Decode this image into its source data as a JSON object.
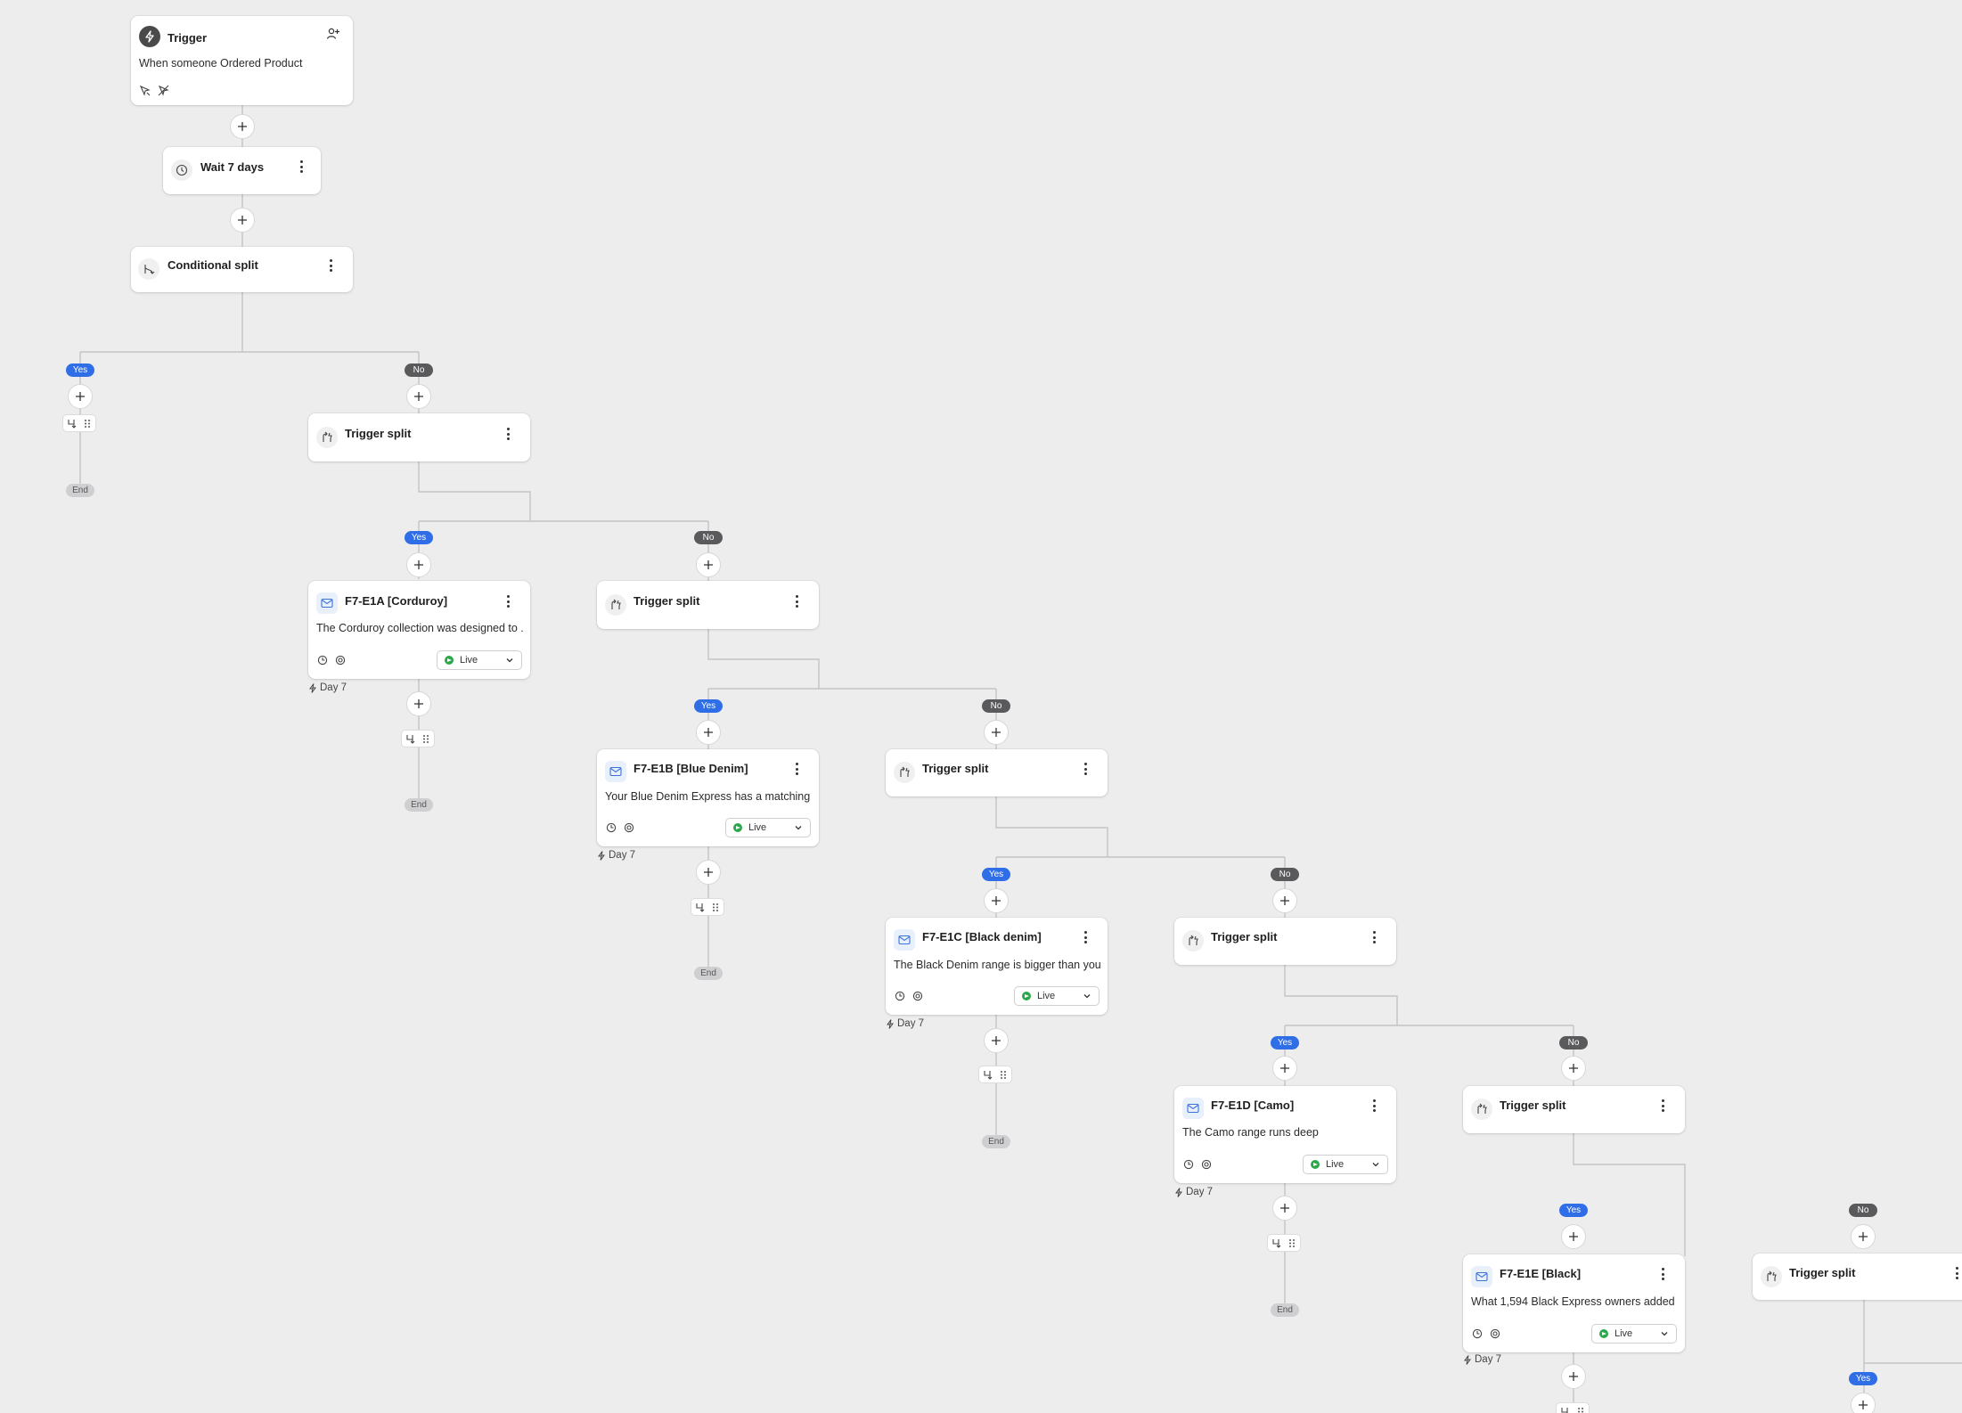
{
  "trigger": {
    "title": "Trigger",
    "description": "When someone Ordered Product"
  },
  "wait": {
    "title": "Wait 7 days"
  },
  "conditional": {
    "title": "Conditional split"
  },
  "labels": {
    "yes": "Yes",
    "no": "No",
    "end": "End",
    "live": "Live",
    "day": "Day 7",
    "trigger_split": "Trigger split"
  },
  "emails": [
    {
      "title": "F7-E1A [Corduroy]",
      "preview": "The Corduroy collection was designed to ..."
    },
    {
      "title": "F7-E1B [Blue Denim]",
      "preview": "Your Blue Denim Express has a matching ..."
    },
    {
      "title": "F7-E1C [Black denim]",
      "preview": "The Black Denim range is bigger than you..."
    },
    {
      "title": "F7-E1D [Camo]",
      "preview": "The Camo range runs deep"
    },
    {
      "title": "F7-E1E [Black]",
      "preview": "What 1,594 Black Express owners added ..."
    }
  ],
  "colors": {
    "background": "#ededee",
    "yes": "#2f6ee6",
    "no": "#5a5a5c",
    "live": "#2aa84a",
    "connector": "#c4c4c7"
  },
  "icons": [
    "lightning-icon",
    "add-person-icon",
    "clock-icon",
    "split-icon",
    "trigger-split-icon",
    "mail-icon",
    "kebab-icon",
    "plus-icon",
    "branch-icon",
    "drag-handle-icon",
    "chevron-down-icon",
    "live-play-icon"
  ]
}
